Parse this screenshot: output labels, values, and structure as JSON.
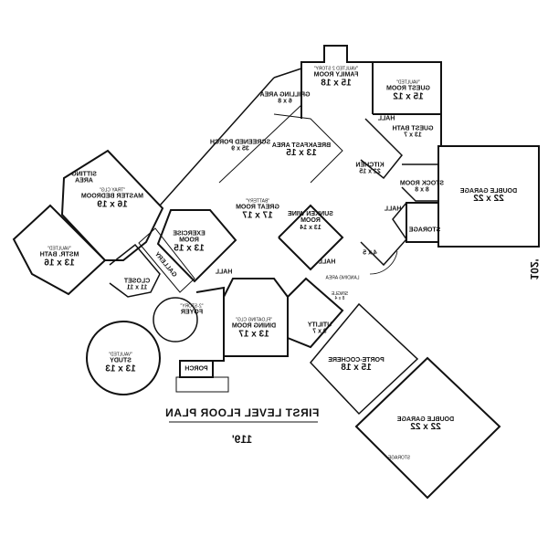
{
  "plan": {
    "title": "FIRST LEVEL FLOOR PLAN",
    "width_dim": "119'",
    "depth_dim": "102'"
  },
  "rooms": {
    "family": {
      "note": "\"VAULTED 2 STORY\"",
      "name": "FAMILY ROOM",
      "size": "15 x 18"
    },
    "guest": {
      "note": "\"VAULTED\"",
      "name": "GUEST ROOM",
      "size": "15 x 12"
    },
    "grilling": {
      "name": "GRILLING AREA",
      "size": "6 x 8"
    },
    "screened": {
      "name": "SCREENED PORCH",
      "size": "35 x 9"
    },
    "breakfast": {
      "name": "BREAKFAST AREA",
      "size": "13 x 15"
    },
    "guest_bath": {
      "name": "GUEST BATH",
      "size": "13 x 7"
    },
    "kitchen": {
      "name": "KITCHEN",
      "size": "22 x 15"
    },
    "stock": {
      "name": "STOCK ROOM",
      "size": "8 x 8"
    },
    "garage1": {
      "name": "DOUBLE GARAGE",
      "size": "22 x 22"
    },
    "hall1": {
      "name": "HALL"
    },
    "hall2": {
      "name": "HALL"
    },
    "storage1": {
      "name": "STORAGE"
    },
    "sitting": {
      "name": "SITTING AREA"
    },
    "master": {
      "note": "\"TRAY CLG\"",
      "name": "MASTER BEDROOM",
      "size": "16 x 19"
    },
    "great": {
      "note": "\"BATTERY\"",
      "name": "GREAT ROOM",
      "size": "17 x 17"
    },
    "exercise": {
      "name": "EXERCISE ROOM",
      "size": "13 x 15"
    },
    "wine": {
      "name": "SUNKEN WINE ROOM",
      "size": "13 x 14"
    },
    "mbath": {
      "note": "\"VAULTED\"",
      "name": "MSTR. BATH",
      "size": "13 x 16"
    },
    "closet": {
      "name": "CLOSET",
      "size": "11 x 11"
    },
    "gallery": {
      "name": "GALLERY"
    },
    "hall3": {
      "name": "HALL"
    },
    "hall4": {
      "name": "HALL"
    },
    "laundry": {
      "size": "4 x 5"
    },
    "landing": {
      "name": "LANDING AREA"
    },
    "single": {
      "name": "SINGLE",
      "size": "8 x 4"
    },
    "foyer": {
      "note": "\"2-STORY\"",
      "name": "FOYER"
    },
    "dining": {
      "note": "\"FLOATING CLG\"",
      "name": "DINING ROOM",
      "size": "13 x 17"
    },
    "utility": {
      "name": "UTILITY",
      "size": "9 x 7"
    },
    "porte": {
      "name": "PORTE-COCHERE",
      "size": "15 x 18"
    },
    "study": {
      "note": "\"VAULTED\"",
      "name": "STUDY",
      "size": "13 x 13"
    },
    "porch": {
      "name": "PORCH"
    },
    "garage2": {
      "name": "DOUBLE GARAGE",
      "size": "22 x 22"
    },
    "storage2": {
      "name": "STORAGE"
    }
  },
  "colors": {
    "wall": "#111111",
    "background": "#ffffff"
  }
}
